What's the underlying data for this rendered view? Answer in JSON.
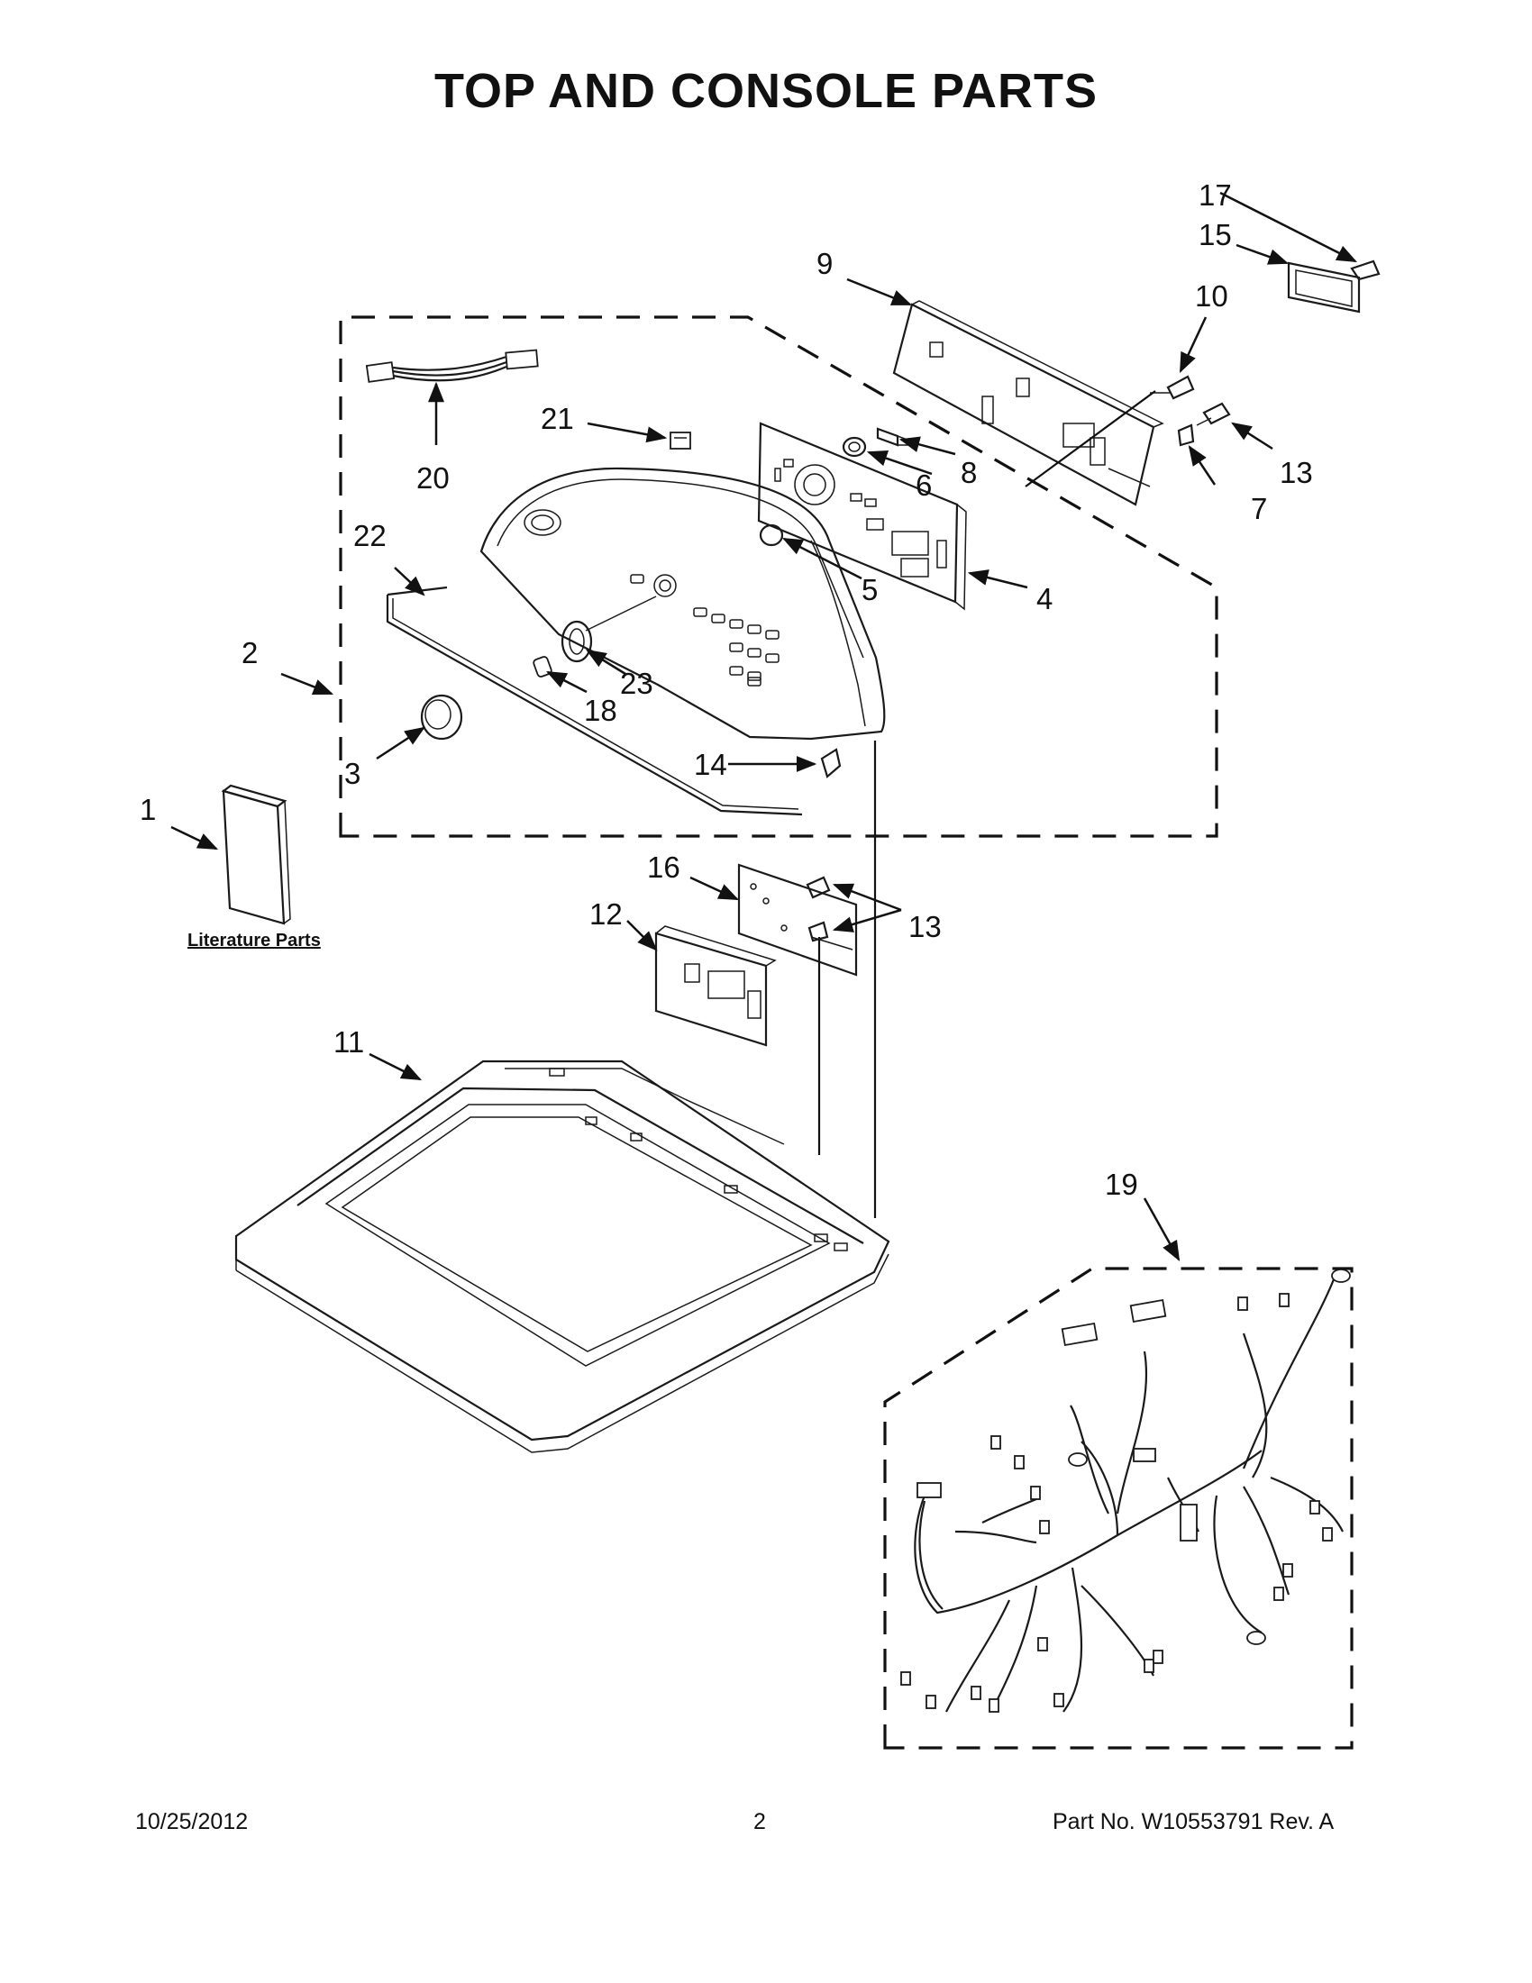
{
  "title": "TOP AND CONSOLE PARTS",
  "literature_label": "Literature Parts",
  "callouts": {
    "c1": "1",
    "c2": "2",
    "c3": "3",
    "c4": "4",
    "c5": "5",
    "c6": "6",
    "c7": "7",
    "c8": "8",
    "c9": "9",
    "c10": "10",
    "c11": "11",
    "c12": "12",
    "c13a": "13",
    "c13b": "13",
    "c14": "14",
    "c15": "15",
    "c16": "16",
    "c17": "17",
    "c18": "18",
    "c19": "19",
    "c20": "20",
    "c21": "21",
    "c22": "22",
    "c23": "23"
  },
  "footer": {
    "date": "10/25/2012",
    "page": "2",
    "part_number": "Part No.  W10553791  Rev.  A"
  }
}
